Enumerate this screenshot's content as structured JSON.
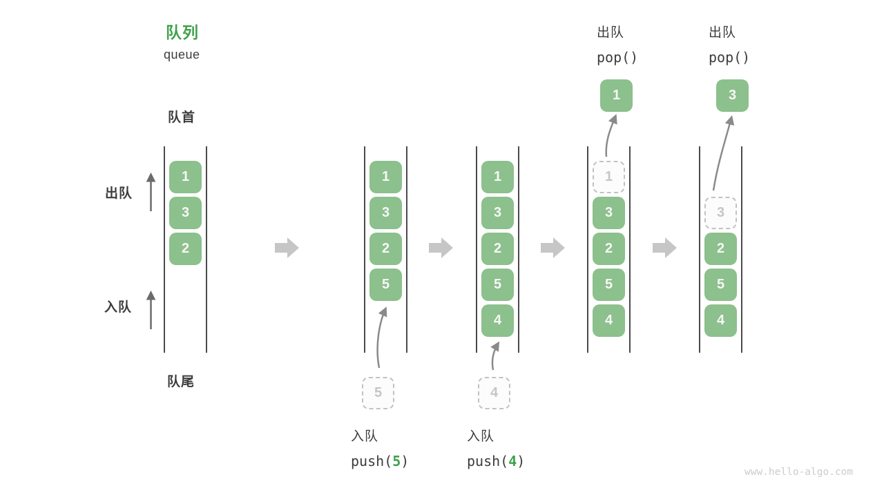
{
  "page": {
    "title": "队列",
    "subtitle": "queue",
    "watermark": "www.hello-algo.com"
  },
  "labels": {
    "front": "队首",
    "rear": "队尾",
    "dequeue_side": "出队",
    "enqueue_side": "入队"
  },
  "colors": {
    "accent_green": "#3fa24c",
    "box_green": "#8cc08c",
    "box_number": "#f7f7f7",
    "dashed_border": "#c2c2c2",
    "dashed_number": "#c6c6c6",
    "wall_line": "#4a4a4a",
    "text_dark": "#3c3c3c",
    "block_arrow": "#c6c6c6",
    "curve_arrow": "#8a8a8a",
    "side_arrow": "#6b6b6b",
    "watermark": "#cccccc"
  },
  "diagram": {
    "type": "queue-operations-sequence",
    "states": [
      {
        "id": 1,
        "cells": [
          {
            "slot": 0,
            "value": "1",
            "variant": "solid"
          },
          {
            "slot": 1,
            "value": "3",
            "variant": "solid"
          },
          {
            "slot": 2,
            "value": "2",
            "variant": "solid"
          }
        ]
      },
      {
        "id": 2,
        "cells": [
          {
            "slot": 0,
            "value": "1",
            "variant": "solid"
          },
          {
            "slot": 1,
            "value": "3",
            "variant": "solid"
          },
          {
            "slot": 2,
            "value": "2",
            "variant": "solid"
          },
          {
            "slot": 3,
            "value": "5",
            "variant": "solid"
          }
        ],
        "staged": {
          "value": "5"
        },
        "operation": {
          "kind": "enqueue",
          "line1": "入队",
          "code_prefix": "push(",
          "code_arg": "5",
          "code_suffix": ")"
        }
      },
      {
        "id": 3,
        "cells": [
          {
            "slot": 0,
            "value": "1",
            "variant": "solid"
          },
          {
            "slot": 1,
            "value": "3",
            "variant": "solid"
          },
          {
            "slot": 2,
            "value": "2",
            "variant": "solid"
          },
          {
            "slot": 3,
            "value": "5",
            "variant": "solid"
          },
          {
            "slot": 4,
            "value": "4",
            "variant": "solid"
          }
        ],
        "staged": {
          "value": "4"
        },
        "operation": {
          "kind": "enqueue",
          "line1": "入队",
          "code_prefix": "push(",
          "code_arg": "4",
          "code_suffix": ")"
        }
      },
      {
        "id": 4,
        "cells": [
          {
            "slot": 0,
            "value": "1",
            "variant": "dashed"
          },
          {
            "slot": 1,
            "value": "3",
            "variant": "solid"
          },
          {
            "slot": 2,
            "value": "2",
            "variant": "solid"
          },
          {
            "slot": 3,
            "value": "5",
            "variant": "solid"
          },
          {
            "slot": 4,
            "value": "4",
            "variant": "solid"
          }
        ],
        "popped": {
          "value": "1"
        },
        "operation": {
          "kind": "dequeue",
          "line1": "出队",
          "code_prefix": "pop(",
          "code_arg": "",
          "code_suffix": ")"
        }
      },
      {
        "id": 5,
        "cells": [
          {
            "slot": 1,
            "value": "3",
            "variant": "dashed"
          },
          {
            "slot": 2,
            "value": "2",
            "variant": "solid"
          },
          {
            "slot": 3,
            "value": "5",
            "variant": "solid"
          },
          {
            "slot": 4,
            "value": "4",
            "variant": "solid"
          }
        ],
        "popped": {
          "value": "3"
        },
        "operation": {
          "kind": "dequeue",
          "line1": "出队",
          "code_prefix": "pop(",
          "code_arg": "",
          "code_suffix": ")"
        }
      }
    ]
  }
}
